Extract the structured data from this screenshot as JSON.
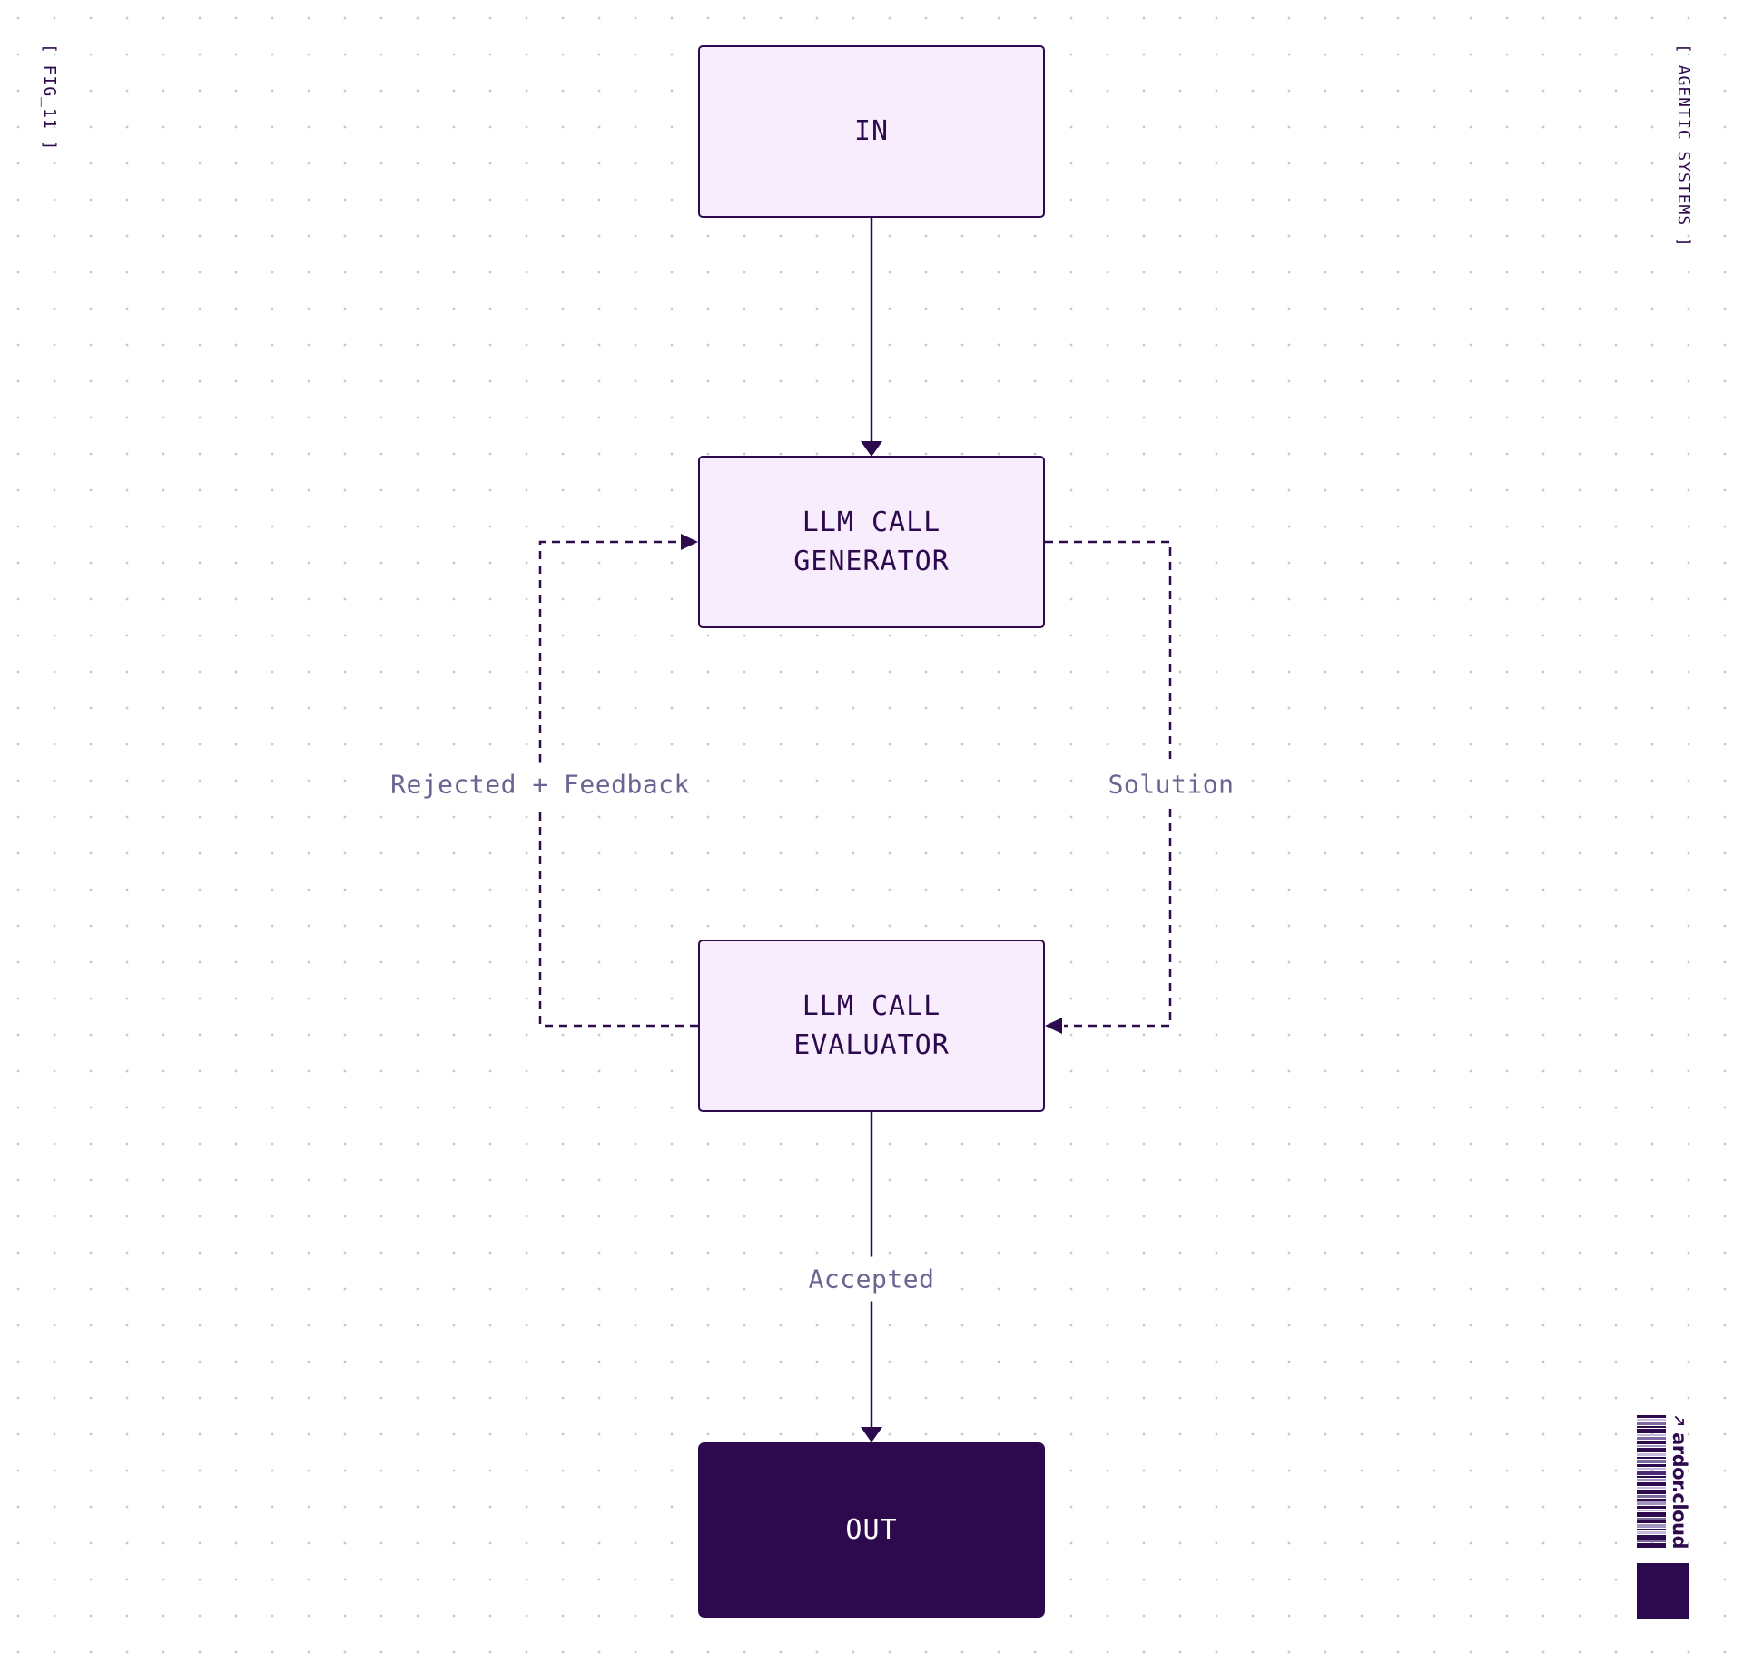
{
  "corner_labels": {
    "fig": "[ FIG_11 ]",
    "series": "[ AGENTIC SYSTEMS ]"
  },
  "nodes": {
    "in": {
      "label": "IN"
    },
    "generator": {
      "label": "LLM CALL\nGENERATOR"
    },
    "evaluator": {
      "label": "LLM CALL\nEVALUATOR"
    },
    "out": {
      "label": "OUT"
    }
  },
  "edge_labels": {
    "rejected": "Rejected + Feedback",
    "solution": "Solution",
    "accepted": "Accepted"
  },
  "branding": {
    "logo_text": "ardor.cloud",
    "logo_icon": "arrow-up-right-icon",
    "barcode_icon": "barcode"
  },
  "colors": {
    "accent_dark": "#2d0a4e",
    "node_fill": "#f8edfc",
    "edge_label_text": "#6e6292",
    "out_text": "#ffffff",
    "grid_dot": "#c9c9c9"
  }
}
